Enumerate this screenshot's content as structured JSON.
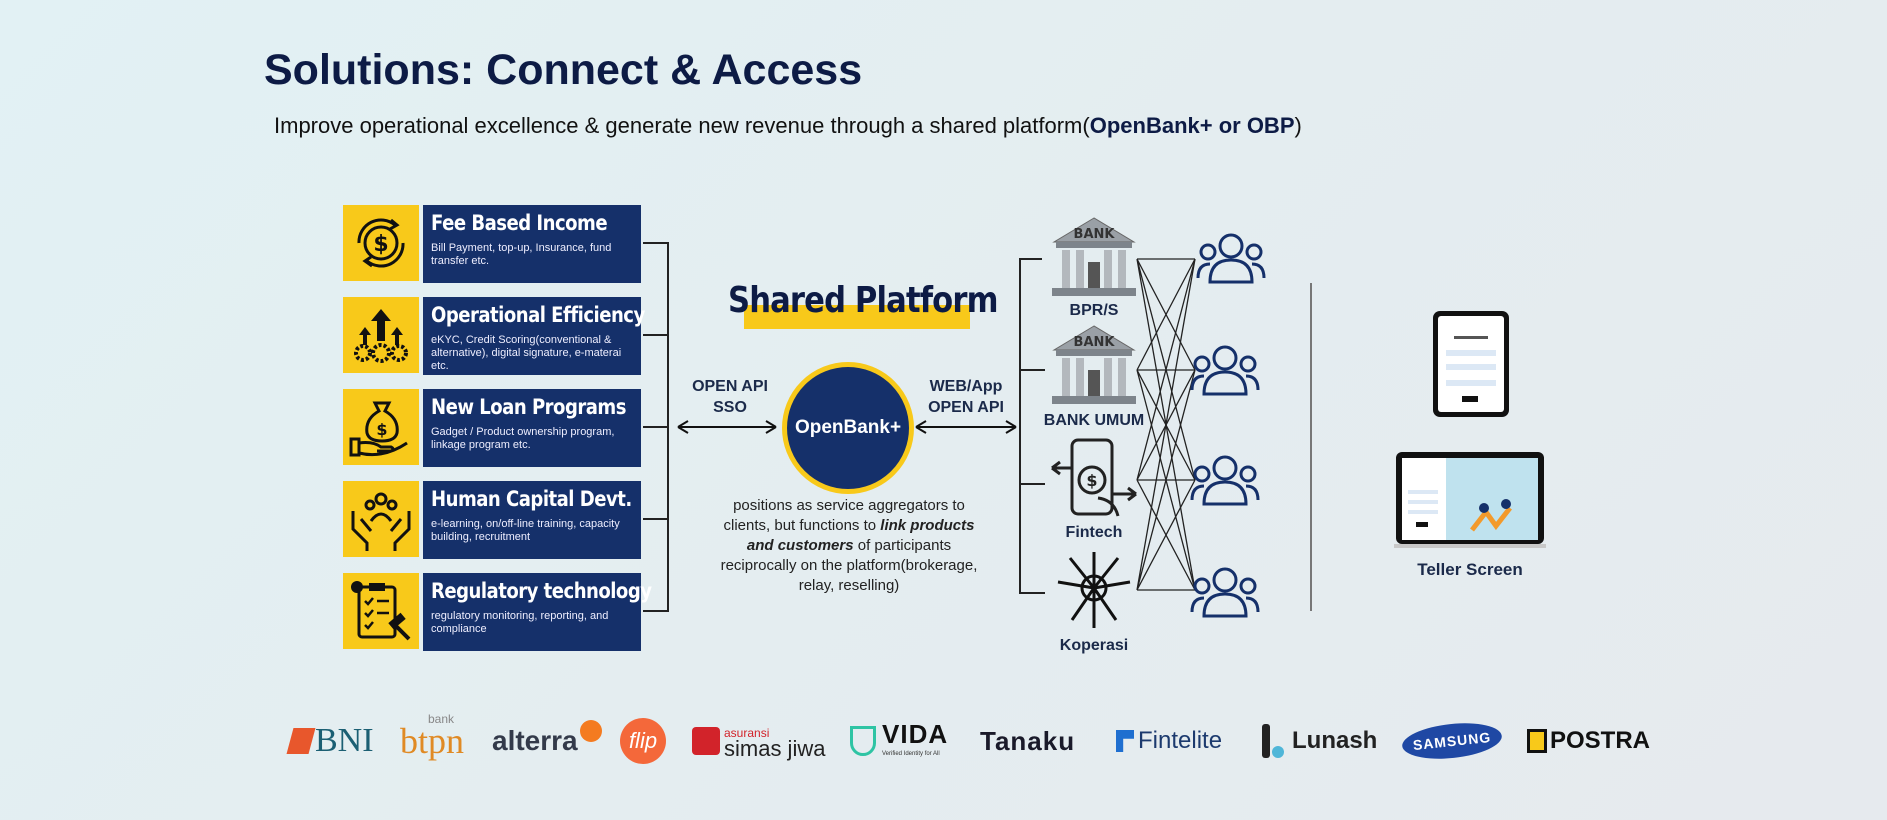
{
  "header": {
    "title": "Solutions: Connect & Access",
    "subtitle_prefix": "Improve operational excellence & generate new revenue through a shared platform(",
    "subtitle_bold": "OpenBank+ or OBP",
    "subtitle_suffix": ")"
  },
  "solutions": [
    {
      "title": "Fee Based Income",
      "desc": "Bill Payment, top-up, Insurance, fund transfer etc.",
      "icon": "dollar-cycle-icon"
    },
    {
      "title": "Operational Efficiency",
      "desc": "eKYC, Credit Scoring(conventional & alternative), digital signature, e-materai etc.",
      "icon": "gears-arrow-icon"
    },
    {
      "title": "New Loan Programs",
      "desc": "Gadget / Product ownership program, linkage program etc.",
      "icon": "money-bag-hand-icon"
    },
    {
      "title": "Human Capital Devt.",
      "desc": "e-learning, on/off-line training, capacity building, recruitment",
      "icon": "people-hands-icon"
    },
    {
      "title": "Regulatory technology",
      "desc": "regulatory monitoring, reporting, and compliance",
      "icon": "clipboard-gavel-icon"
    }
  ],
  "platform": {
    "title": "Shared Platform",
    "logo_text": "OpenBank+",
    "left_arrow_line1": "OPEN API",
    "left_arrow_line2": "SSO",
    "right_arrow_line1": "WEB/App",
    "right_arrow_line2": "OPEN API",
    "desc_1": "positions as service aggregators to clients, but functions to ",
    "desc_bold": "link products and customers",
    "desc_2": " of participants reciprocally on the platform(brokerage, relay, reselling)"
  },
  "participants": [
    {
      "label": "BPR/S",
      "icon": "bank-building-icon",
      "sign": "BANK"
    },
    {
      "label": "BANK UMUM",
      "icon": "bank-building-icon",
      "sign": "BANK"
    },
    {
      "label": "Fintech",
      "icon": "phone-payment-icon"
    },
    {
      "label": "Koperasi",
      "icon": "joined-hands-icon"
    }
  ],
  "teller": {
    "label": "Teller Screen"
  },
  "partners": {
    "bni": "BNI",
    "btpn_small": "bank",
    "btpn": "btpn",
    "alterra": "alterra",
    "flip": "flip",
    "simas_small": "asuransi",
    "simas": "simas jiwa",
    "vida": "VIDA",
    "vida_tag": "Verified Identity for All",
    "tanaku": "Tanaku",
    "fintelite": "Fintelite",
    "lunash": "Lunash",
    "samsung": "SAMSUNG",
    "postra": "POSTRA"
  },
  "colors": {
    "navy": "#15306a",
    "yellow": "#f8c91a",
    "dark_text": "#0d1b45"
  }
}
